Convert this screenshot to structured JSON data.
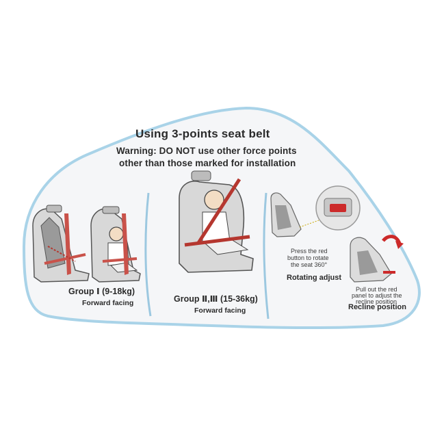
{
  "label": {
    "title": "Using 3-points seat belt",
    "warning_line1": "Warning: DO NOT use other force points",
    "warning_line2": "other than those marked for installation",
    "group1": {
      "name": "Group Ⅰ  (9-18kg)",
      "facing": "Forward facing"
    },
    "group2": {
      "name": "Group Ⅱ,Ⅲ  (15-36kg)",
      "facing": "Forward facing"
    },
    "rotate": {
      "line1": "Press the red",
      "line2": "button to rotate",
      "line3": "the seat 360°",
      "heading": "Rotating adjust"
    },
    "recline": {
      "line1": "Pull out the red",
      "line2": "panel to adjust  the",
      "line3": "recline position",
      "heading": "Recline position"
    }
  },
  "colors": {
    "label_fill": "#f5f6f8",
    "label_border": "#a9d3e8",
    "divider": "#9cc8e0",
    "belt_red": "#b5372f",
    "seat_gray": "#8e8e8e",
    "button_red": "#cc2a2a"
  },
  "icons": [
    "car-seat-icon",
    "child-icon",
    "seat-belt-icon",
    "red-button-icon",
    "curved-arrow-icon"
  ]
}
